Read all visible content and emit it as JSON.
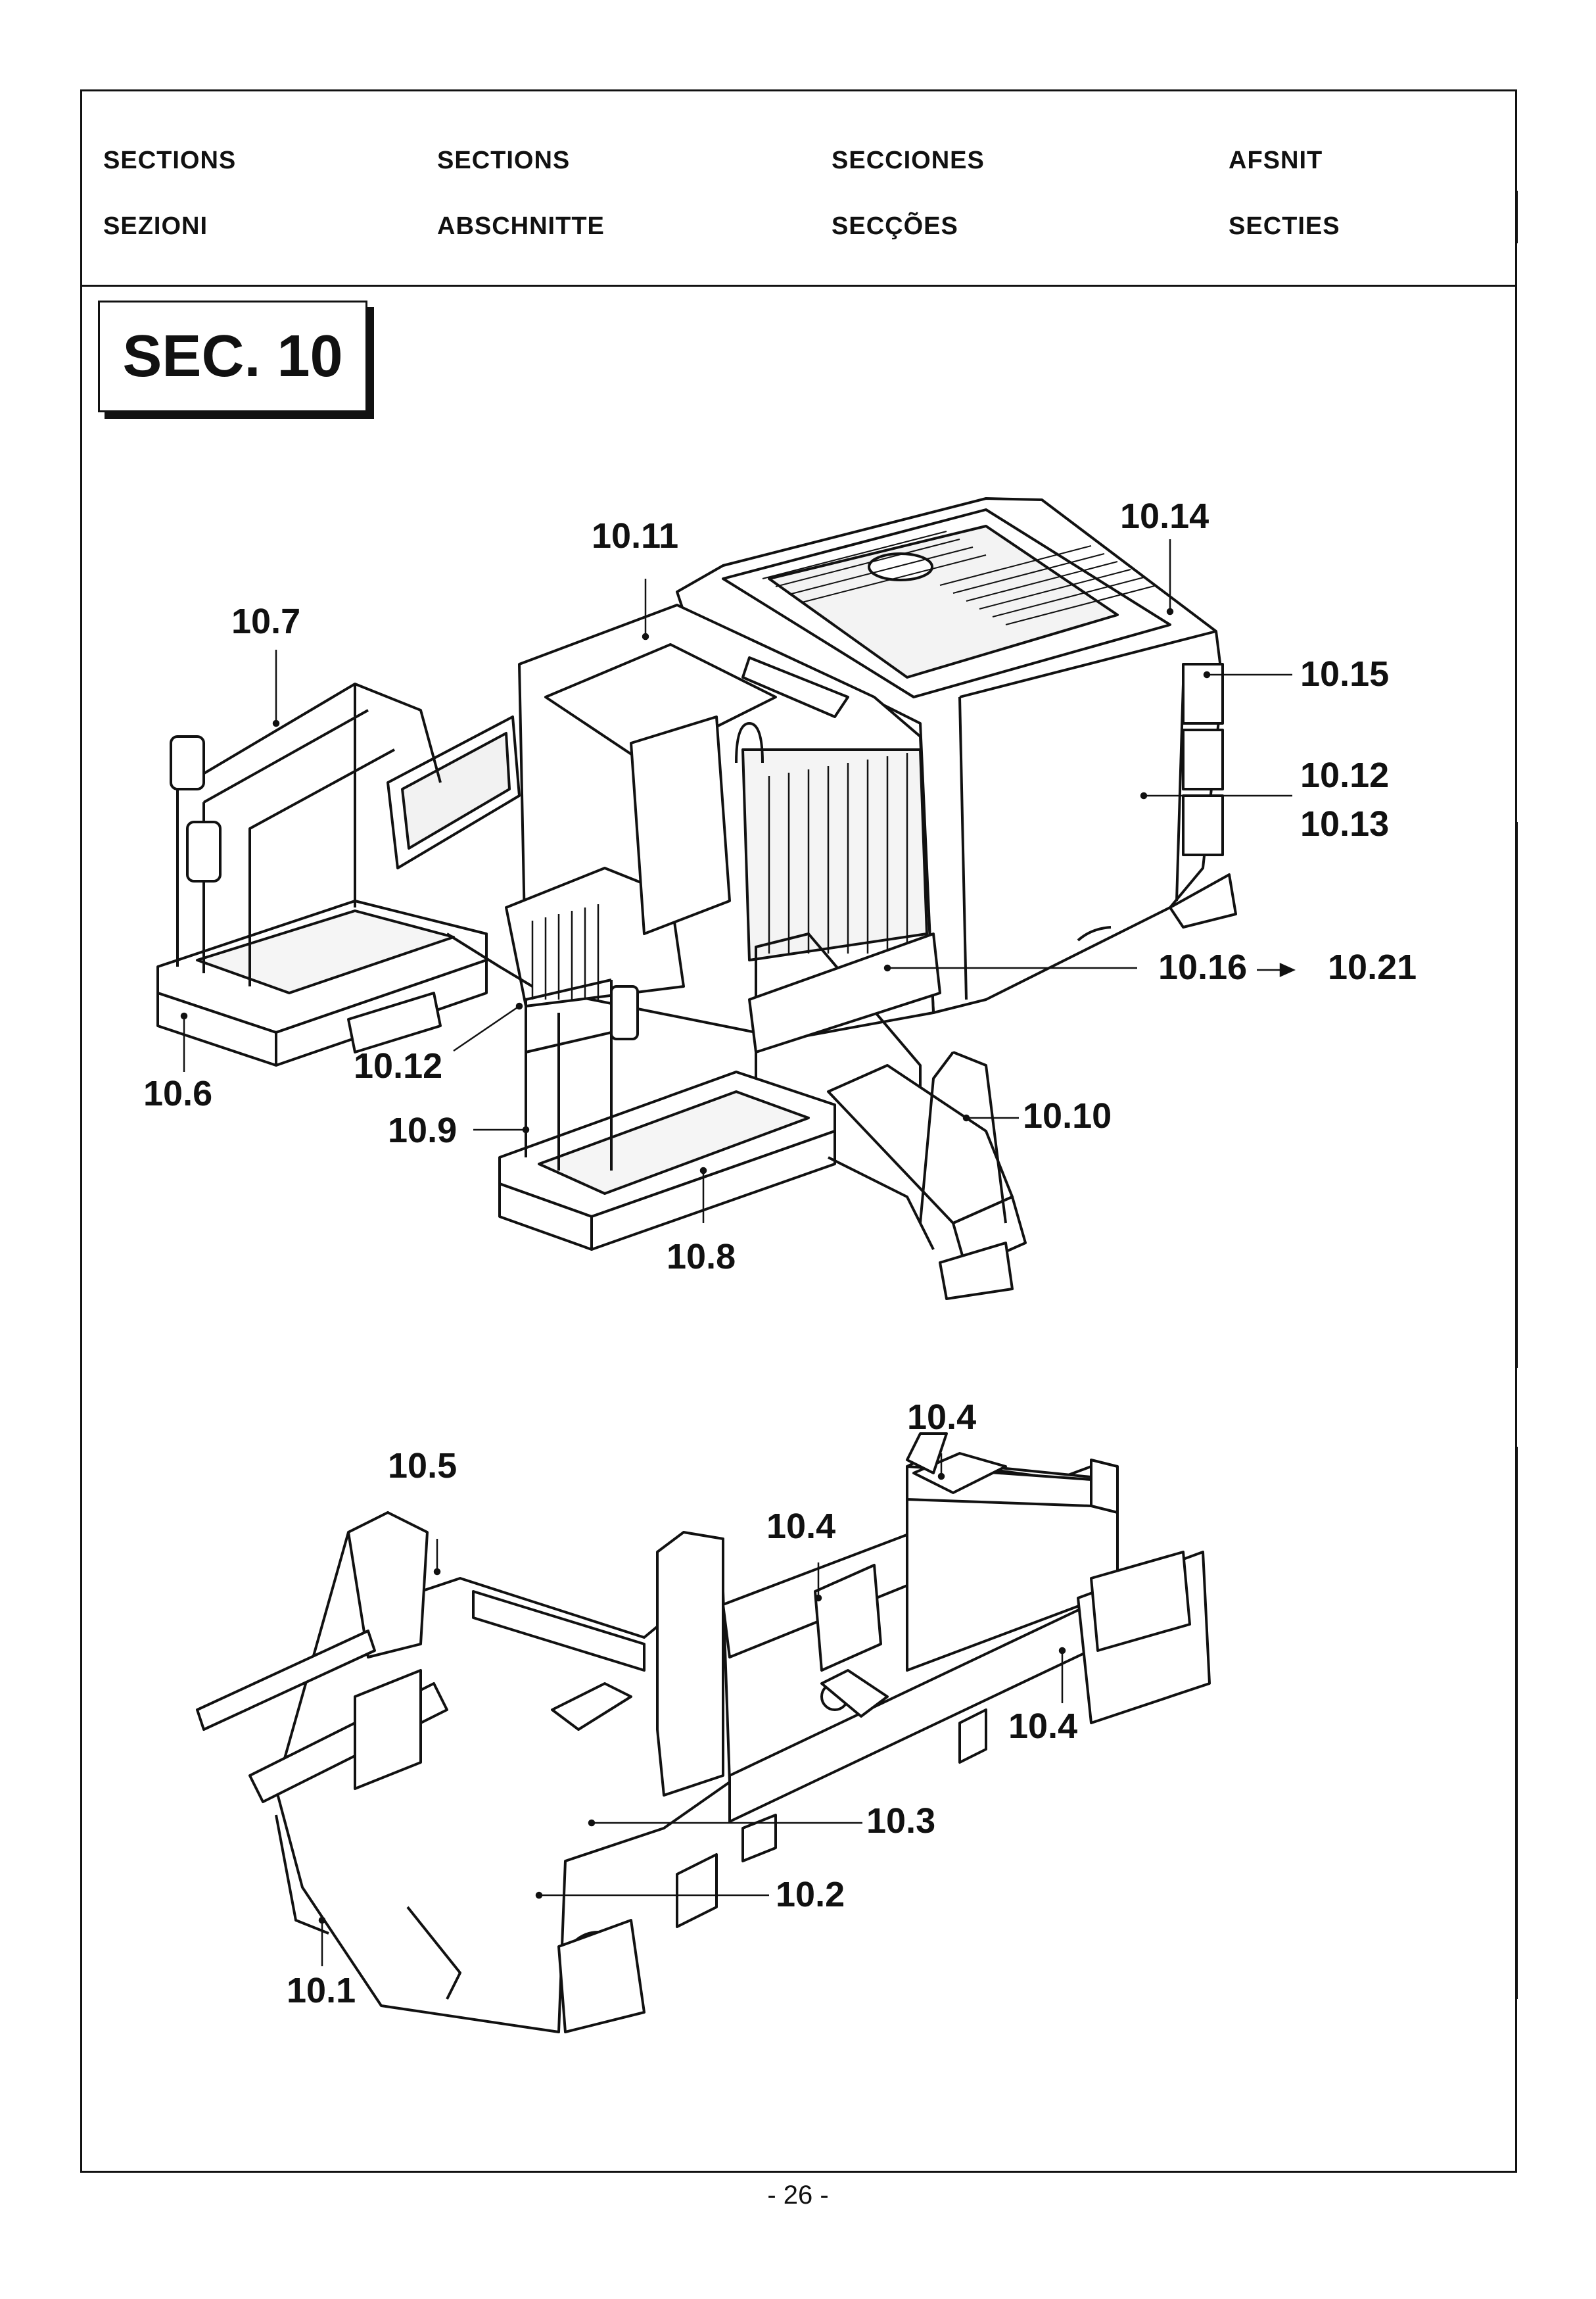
{
  "header": {
    "row1": [
      "SECTIONS",
      "SECTIONS",
      "SECCIONES",
      "AFSNIT"
    ],
    "row2": [
      "SEZIONI",
      "ABSCHNITTE",
      "SECÇÕES",
      "SECTIES"
    ]
  },
  "section_title": "SEC. 10",
  "callouts": {
    "c10_11": "10.11",
    "c10_14": "10.14",
    "c10_7": "10.7",
    "c10_15": "10.15",
    "c10_12a": "10.12",
    "c10_13": "10.13",
    "c10_16": "10.16",
    "c10_21": "10.21",
    "c10_12b": "10.12",
    "c10_6": "10.6",
    "c10_9": "10.9",
    "c10_10": "10.10",
    "c10_8": "10.8",
    "c10_4a": "10.4",
    "c10_5": "10.5",
    "c10_4b": "10.4",
    "c10_4c": "10.4",
    "c10_3": "10.3",
    "c10_2": "10.2",
    "c10_1": "10.1"
  },
  "page_number": "- 26 -"
}
